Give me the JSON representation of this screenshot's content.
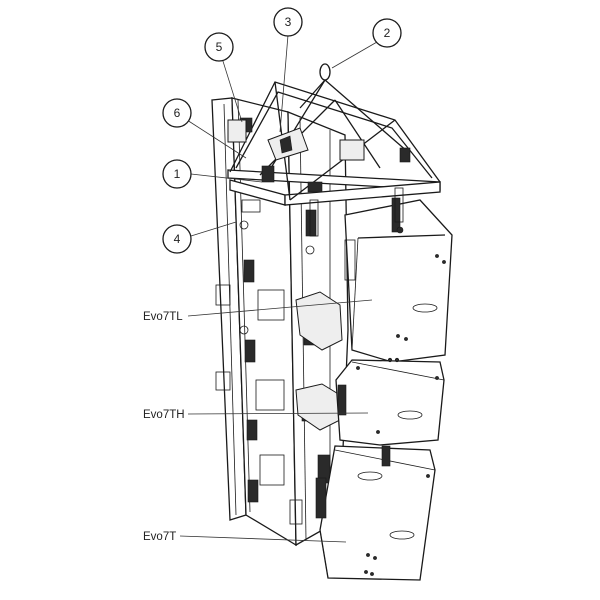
{
  "figure": {
    "callouts": [
      {
        "label": "1"
      },
      {
        "label": "2"
      },
      {
        "label": "3"
      },
      {
        "label": "4"
      },
      {
        "label": "5"
      },
      {
        "label": "6"
      }
    ],
    "models": [
      {
        "label": "Evo7TL"
      },
      {
        "label": "Evo7TH"
      },
      {
        "label": "Evo7T"
      }
    ]
  }
}
